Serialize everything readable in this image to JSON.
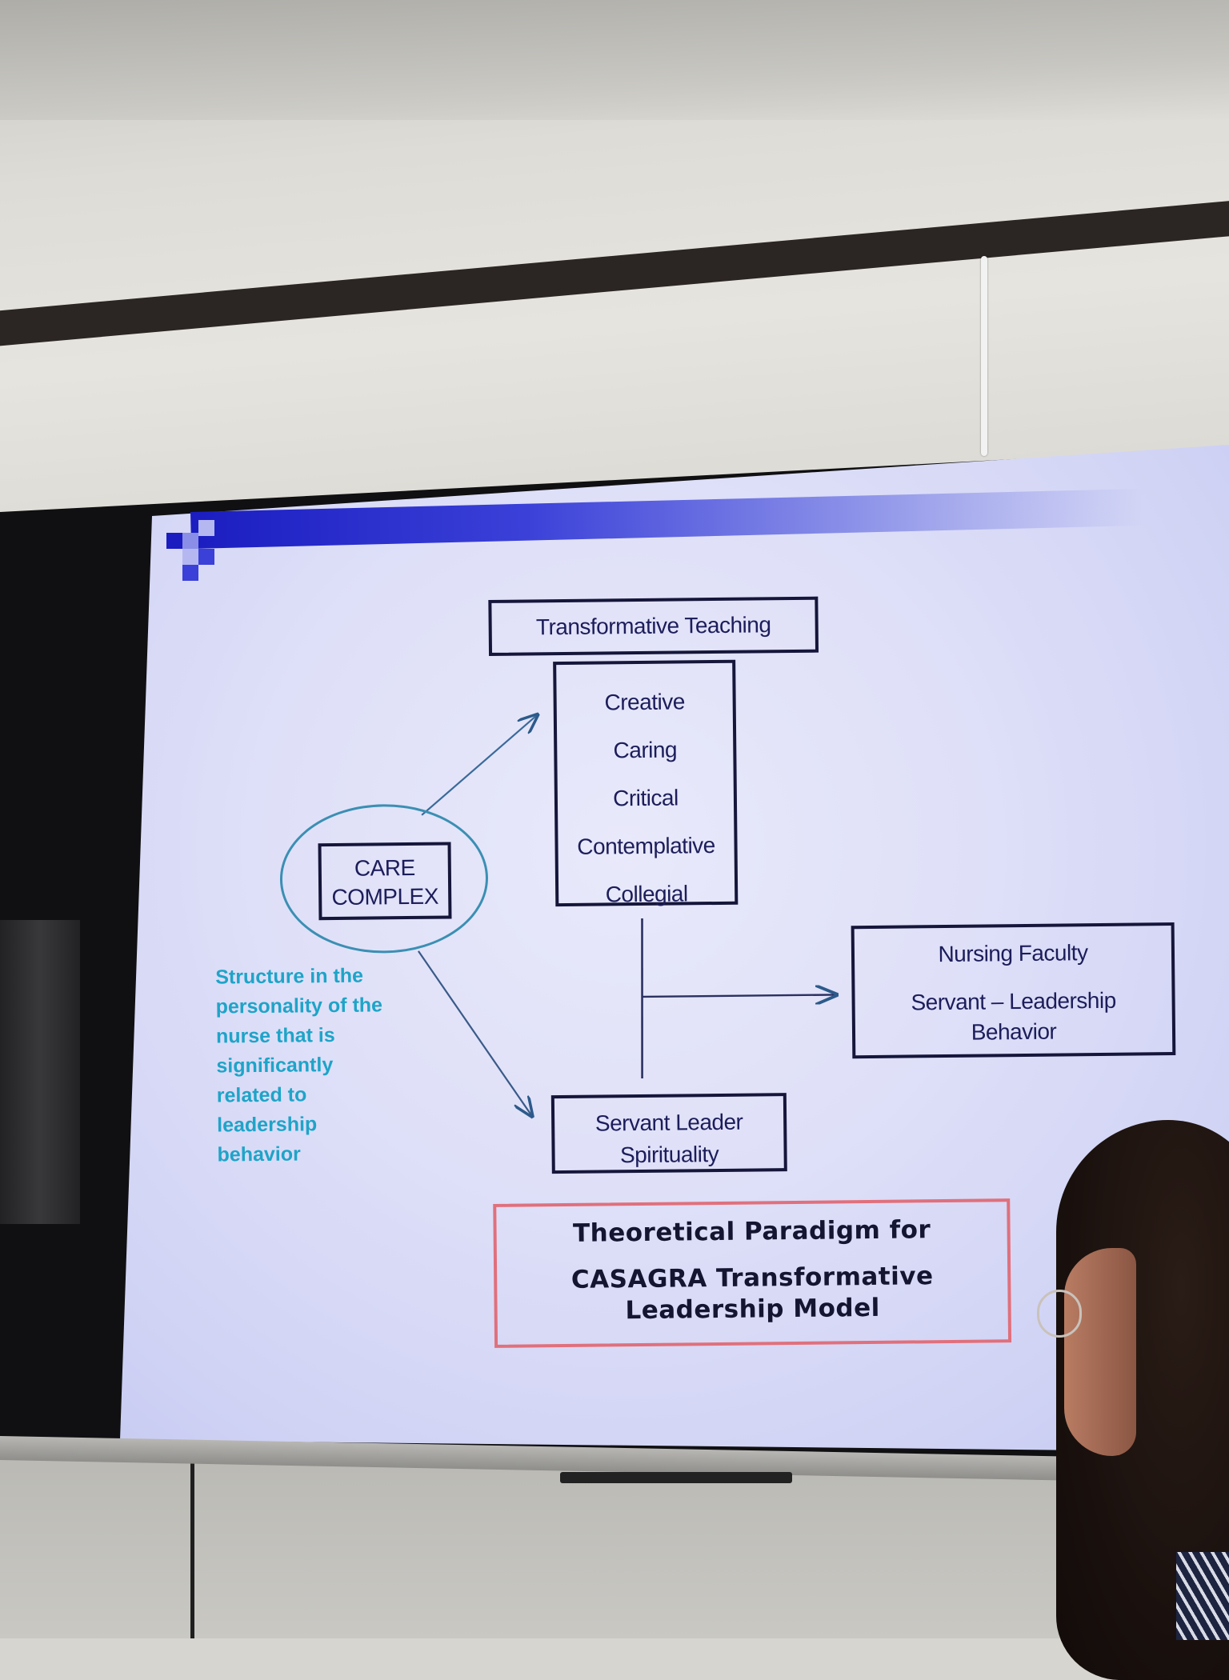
{
  "slide": {
    "top_box": "Transformative Teaching",
    "traits": [
      "Creative",
      "Caring",
      "Critical",
      "Contemplative",
      "Collegial"
    ],
    "care_complex": [
      "CARE",
      "COMPLEX"
    ],
    "structure_note": [
      "Structure in the",
      "personality of the",
      "nurse that is",
      "significantly",
      "related to",
      "leadership",
      "behavior"
    ],
    "nursing_faculty": [
      "Nursing Faculty",
      "Servant – Leadership",
      "Behavior"
    ],
    "servant_leader": [
      "Servant Leader",
      "Spirituality"
    ],
    "title": [
      "Theoretical Paradigm for",
      "CASAGRA Transformative",
      "Leadership Model"
    ]
  },
  "colors": {
    "slide_bg": "#dfe0f8",
    "box_text": "#1c1d5a",
    "box_border": "#15163a",
    "note_text": "#1ea4c8",
    "ellipse": "#3b8fb3",
    "title_border": "#e0707c",
    "deco_bar": "#1b1dc0"
  }
}
